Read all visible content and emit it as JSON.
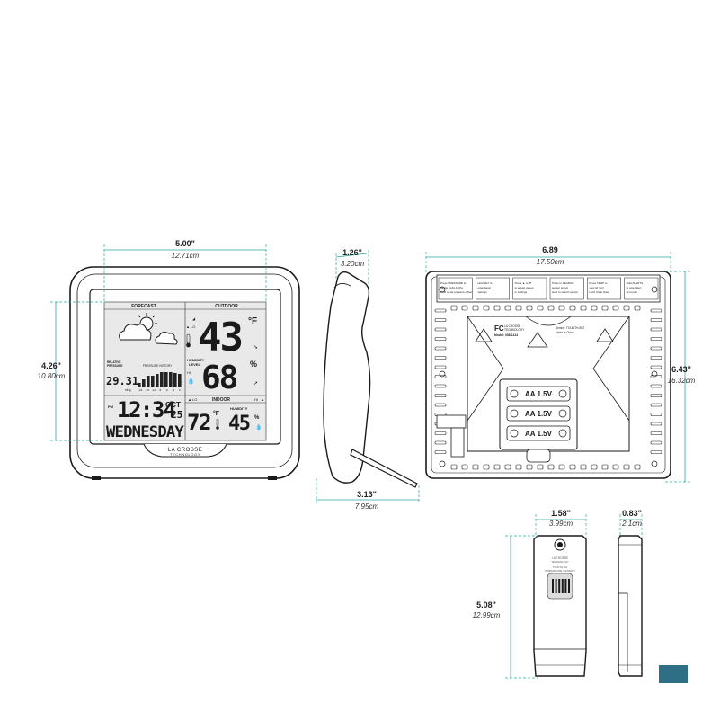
{
  "display_unit": {
    "header_forecast": "FORECAST",
    "header_outdoor": "OUTDOOR",
    "header_indoor": "INDOOR",
    "outdoor_temp": "43",
    "outdoor_temp_unit": "°F",
    "outdoor_lo_label": "LO",
    "humidity_level_label_1": "HUMIDITY",
    "humidity_level_label_2": "LEVEL",
    "hi_label": "HI",
    "outdoor_humidity": "68",
    "humidity_unit": "%",
    "pressure_label_1": "RELATIVE",
    "pressure_label_2": "PRESSURE",
    "pressure_value": "29.31",
    "pressure_unit": "inHg",
    "pressure_history_label": "PRESSURE HISTORY",
    "pressure_history_hours": [
      "-24",
      "-18",
      "-12",
      "-9",
      "-6",
      "-3",
      "0"
    ],
    "pm_label": "PM",
    "time": "12:34",
    "month": "OCT",
    "day_number": "25",
    "md_label": "M/D",
    "weekday": "WEDNESDAY",
    "indoor_lo_label": "LO",
    "indoor_hi_label": "HI",
    "indoor_temp": "72",
    "indoor_temp_unit": "°F",
    "indoor_humidity_label": "HUMIDITY",
    "indoor_humidity": "45",
    "brand_line_1": "LA CROSSE",
    "brand_line_2": "TECHNOLOGY"
  },
  "back_panel": {
    "buttons": [
      {
        "text_1": "Press PRESSURE to",
        "text_2": "toggle inHG & hPa",
        "text_3": "Hold to set pressure offset"
      },
      {
        "text_1": "Hold SET to",
        "text_2": "enter basic",
        "text_3": "settings"
      },
      {
        "text_1": "Press ▲ or ▼",
        "text_2": "to adjust values",
        "text_3": "in settings"
      },
      {
        "text_1": "Press to SEARCH",
        "text_2": "sensor signal",
        "text_3": "Hold to search sensor"
      },
      {
        "text_1": "Press TEMP to",
        "text_2": "view HI / LO",
        "text_3": "Hold: Clear Data"
      },
      {
        "text_1": "Hold ALERTS",
        "text_2": "to enter alert",
        "text_3": "set mode"
      }
    ],
    "label_fc": "FC",
    "label_brand_1": "LA CROSSE",
    "label_brand_2": "TECHNOLOGY",
    "label_model": "Model: 308-1414",
    "label_sensor": "Sensor: TX141TH-Bv2",
    "label_made": "Made in China",
    "battery_label": "AA 1.5V"
  },
  "sensor": {
    "label_lines": [
      "LA CROSSE",
      "TECHNOLOGY"
    ],
    "small_text": [
      "TX141TH-Bv2",
      "TEMPERATURE / HUMIDITY"
    ]
  },
  "dimensions": {
    "front_width": {
      "in": "5.00\"",
      "cm": "12.71cm"
    },
    "front_height": {
      "in": "4.26\"",
      "cm": "10.80cm"
    },
    "side_depth": {
      "in": "1.26\"",
      "cm": "3.20cm"
    },
    "side_stand": {
      "in": "3.13\"",
      "cm": "7.95cm"
    },
    "back_width": {
      "in": "6.89",
      "cm": "17.50cm"
    },
    "back_height": {
      "in": "6.43\"",
      "cm": "16.32cm"
    },
    "sensor_width": {
      "in": "1.58\"",
      "cm": "3.99cm"
    },
    "sensor_depth": {
      "in": "0.83\"",
      "cm": "2.1cm"
    },
    "sensor_height": {
      "in": "5.08\"",
      "cm": "12.99cm"
    }
  },
  "colors": {
    "dimension_line": "#2aa7a0",
    "lcd_background": "#e9e9e9",
    "page_tab": "#2e6f86"
  }
}
